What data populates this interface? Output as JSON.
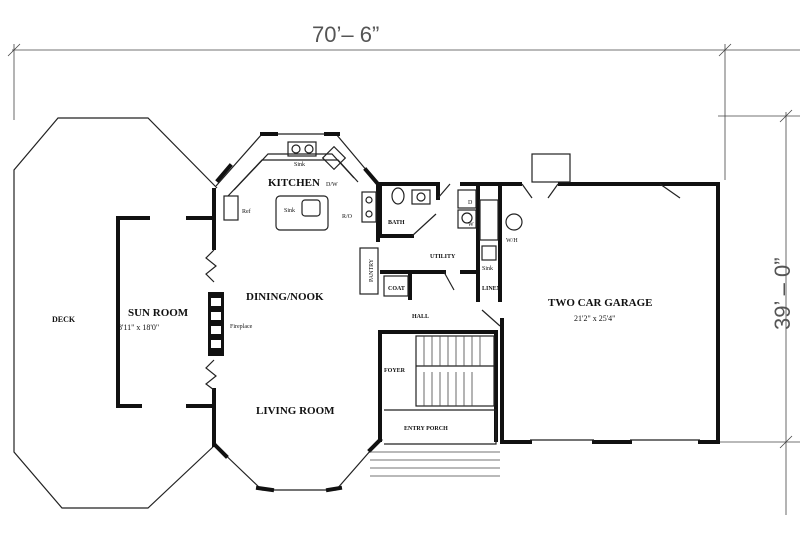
{
  "dimensions": {
    "width": "70’– 6”",
    "depth": "39’ – 0”"
  },
  "rooms": {
    "deck": "DECK",
    "sun_room": "SUN ROOM",
    "sun_room_size": "8'11\" x 18'0\"",
    "kitchen": "KITCHEN",
    "dining": "DINING/NOOK",
    "living": "LIVING ROOM",
    "bath": "BATH",
    "utility": "UTILITY",
    "pantry": "PANTRY",
    "coat": "COAT",
    "hall": "HALL",
    "linen": "LINEN",
    "foyer": "FOYER",
    "entry_porch": "ENTRY PORCH",
    "garage": "TWO CAR GARAGE",
    "garage_size": "21'2\" x 25'4\""
  },
  "fixtures": {
    "sink_top": "Sink",
    "sink_island": "Sink",
    "dw": "D/W",
    "ref": "Ref",
    "ro": "R/O",
    "wh": "W/H",
    "fireplace": "Fireplace",
    "sink_util": "Sink",
    "w": "W",
    "d": "D"
  }
}
